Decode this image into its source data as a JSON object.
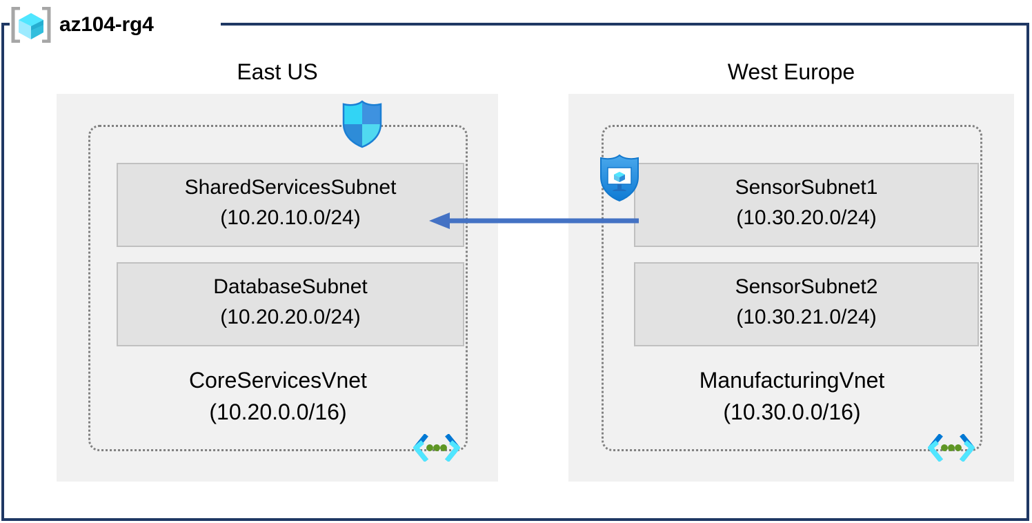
{
  "resource_group": {
    "name": "az104-rg4",
    "icon": "resource-group-cube-icon"
  },
  "colors": {
    "frame_border": "#1F3864",
    "region_fill": "#F1F1F1",
    "subnet_fill": "#E2E2E2",
    "subnet_border": "#C0C0C0",
    "vnet_border": "#808080",
    "arrow": "#4472C4",
    "cube_light": "#50E6FF",
    "cube_mid": "#32BEDD",
    "cube_dark": "#1BA0C6",
    "shield_light": "#32D4F5",
    "shield_blue": "#0078D4",
    "vnet_icon_dark_blue": "#0078D4",
    "vnet_icon_light_blue": "#50E6FF",
    "vnet_icon_green": "#5E9624"
  },
  "regions": [
    {
      "label": "East US",
      "vnet": {
        "name": "CoreServicesVnet",
        "cidr": "(10.20.0.0/16)",
        "icon": "virtual-network-icon",
        "subnets": [
          {
            "name": "SharedServicesSubnet",
            "cidr": "(10.20.10.0/24)",
            "icon": "network-security-group-shield-icon"
          },
          {
            "name": "DatabaseSubnet",
            "cidr": "(10.20.20.0/24)",
            "icon": null
          }
        ]
      }
    },
    {
      "label": "West Europe",
      "vnet": {
        "name": "ManufacturingVnet",
        "cidr": "(10.30.0.0/16)",
        "icon": "virtual-network-icon",
        "subnets": [
          {
            "name": "SensorSubnet1",
            "cidr": "(10.30.20.0/24)",
            "icon": "bastion-shield-monitor-icon"
          },
          {
            "name": "SensorSubnet2",
            "cidr": "(10.30.21.0/24)",
            "icon": null
          }
        ]
      }
    }
  ],
  "connector": {
    "name": "vnet-peering-arrow",
    "direction": "right-to-left",
    "from": "SensorSubnet1",
    "to": "SharedServicesSubnet"
  }
}
